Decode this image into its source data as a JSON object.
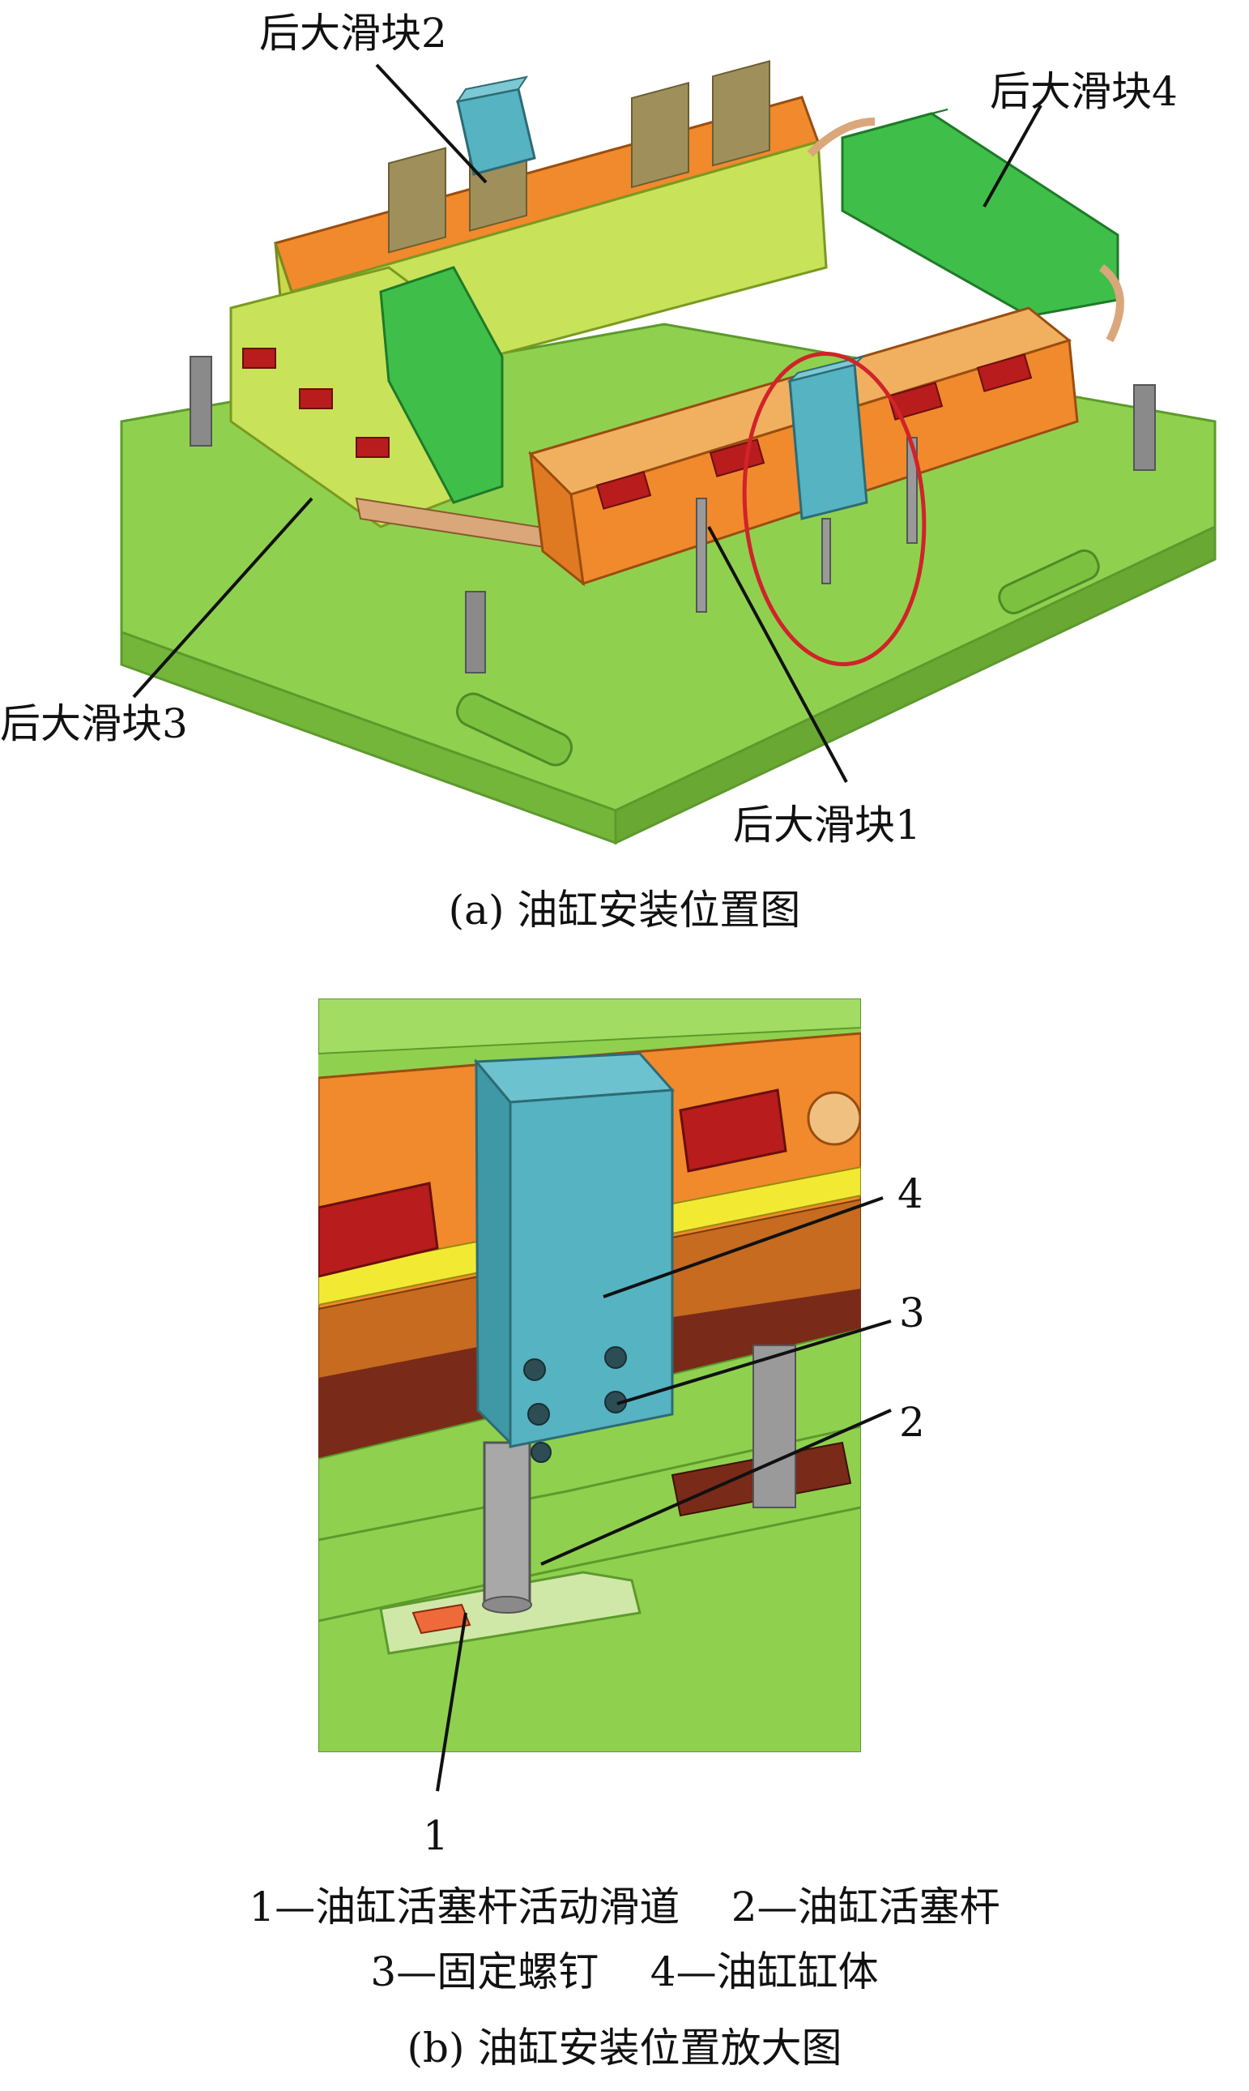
{
  "figure_a": {
    "labels": {
      "slider2": "后大滑块2",
      "slider4": "后大滑块4",
      "slider3": "后大滑块3",
      "slider1": "后大滑块1"
    },
    "caption": "(a) 油缸安装位置图"
  },
  "figure_b": {
    "callouts": {
      "n4": "4",
      "n3": "3",
      "n2": "2",
      "n1": "1"
    },
    "legend_line1": "1—油缸活塞杆活动滑道    2—油缸活塞杆",
    "legend_line2": "3—固定螺钉    4—油缸缸体",
    "caption": "(b) 油缸安装位置放大图"
  },
  "colors": {
    "base_green": "#8fd14f",
    "slider_orange": "#f08a2c",
    "cylinder_teal": "#56b3c1",
    "pocket_red": "#b81c1c",
    "accent_yellow": "#f2ea32",
    "highlight_circle": "#d0232a"
  }
}
